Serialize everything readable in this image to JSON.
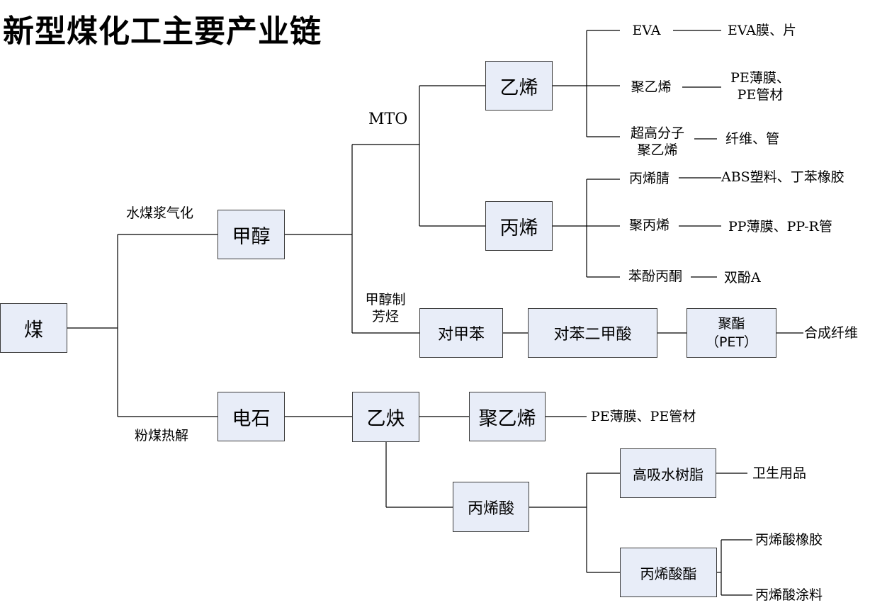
{
  "title": "新型煤化工主要产业链",
  "nodes": {
    "coal": "煤",
    "methanol": "甲醇",
    "carbide": "电石",
    "ethylene": "乙烯",
    "propylene": "丙烯",
    "px": "对甲苯",
    "pta": "对苯二甲酸",
    "pet_line1": "聚酯",
    "pet_line2": "（PET）",
    "acetylene": "乙炔",
    "pe_from_acetylene": "聚乙烯",
    "acrylic_acid": "丙烯酸",
    "sap": "高吸水树脂",
    "acrylate": "丙烯酸酯"
  },
  "process_labels": {
    "slurry_gasification": "水煤浆气化",
    "pulverized_pyrolysis": "粉煤热解",
    "mto": "MTO",
    "mta_line1": "甲醇制",
    "mta_line2": "芳烃"
  },
  "ethylene_products": [
    {
      "name": [
        "EVA"
      ],
      "use": [
        "EVA膜、片"
      ]
    },
    {
      "name": [
        "聚乙烯"
      ],
      "use": [
        "PE薄膜、",
        "PE管材"
      ]
    },
    {
      "name": [
        "超高分子",
        "聚乙烯"
      ],
      "use": [
        "纤维、管"
      ]
    }
  ],
  "propylene_products": [
    {
      "name": "丙烯腈",
      "use": "ABS塑料、丁苯橡胶"
    },
    {
      "name": "聚丙烯",
      "use": "PP薄膜、PP-R管"
    },
    {
      "name": "苯酚丙酮",
      "use": "双酚A"
    }
  ],
  "end_uses": {
    "pet": "合成纤维",
    "pe_acetylene": "PE薄膜、PE管材",
    "sap": "卫生用品",
    "acrylate_1": "丙烯酸橡胶",
    "acrylate_2": "丙烯酸涂料"
  },
  "colors": {
    "box_fill": "#e8edf8",
    "line": "#000000"
  }
}
